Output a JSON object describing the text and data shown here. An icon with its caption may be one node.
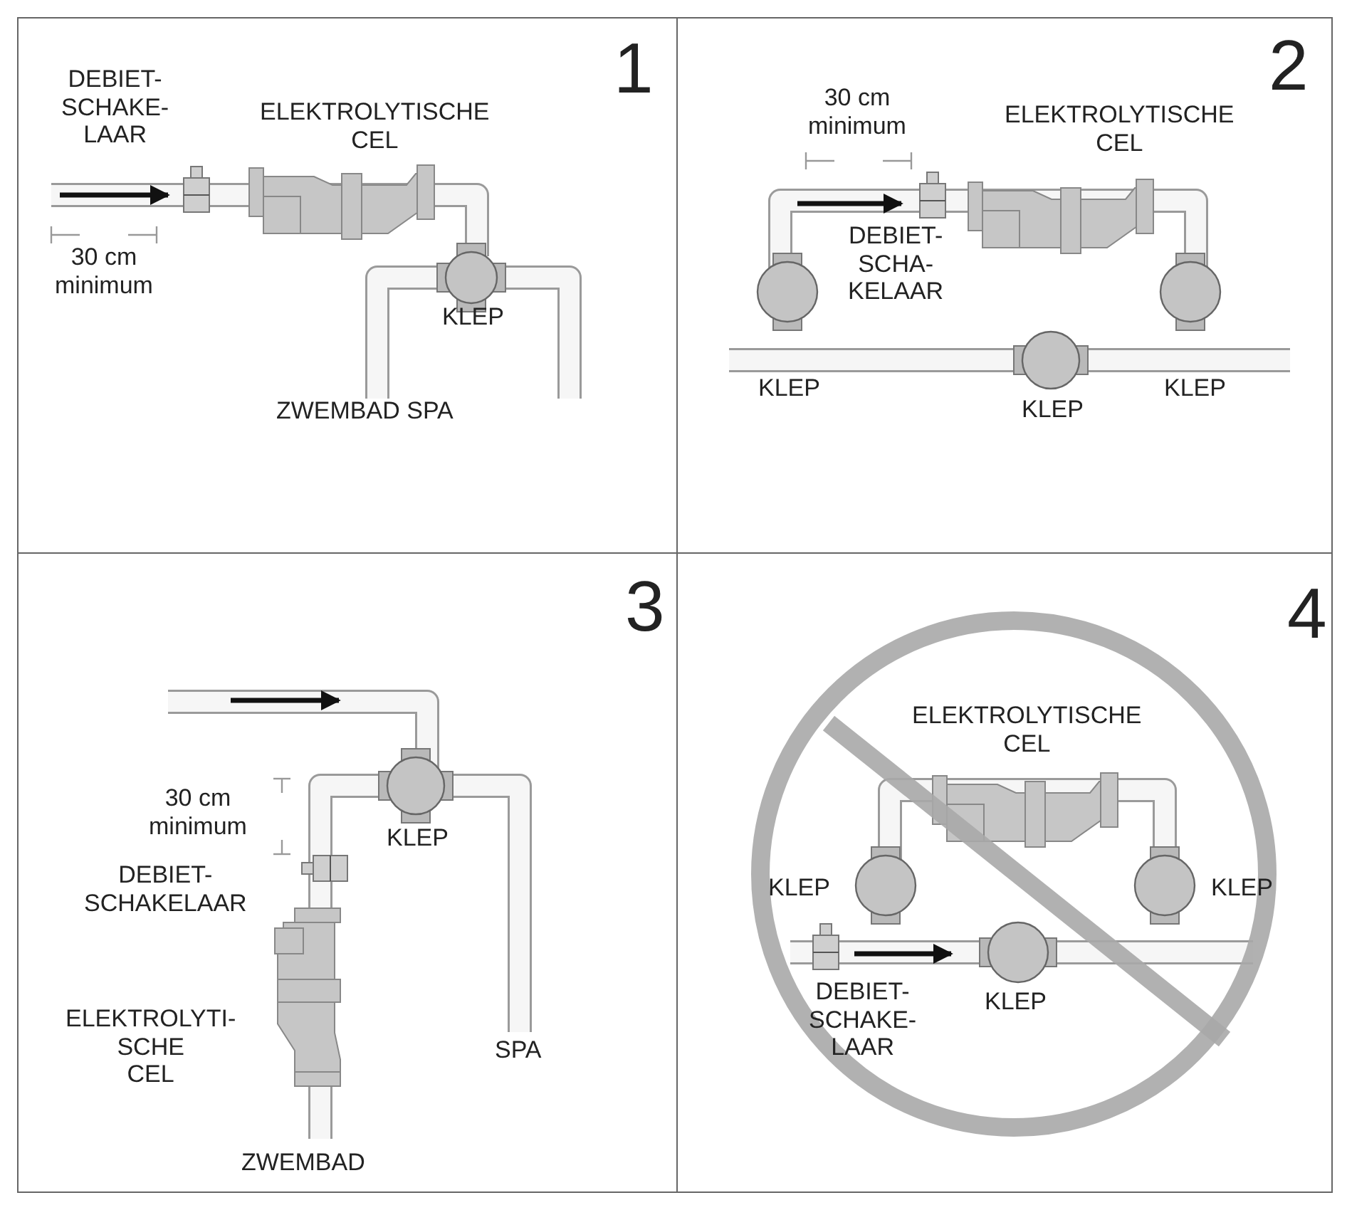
{
  "diagram": {
    "nodes": [
      {
        "text": [
          "1"
        ]
      },
      {
        "text": [
          "2"
        ]
      },
      {
        "text": [
          "3"
        ]
      },
      {
        "text": [
          "4"
        ]
      }
    ],
    "labels": [
      "DEBIET- SCHAKE- LAAR",
      "ELEKTROLYTISCHE CEL",
      "30 cm minimum",
      "KLEP",
      "ZWEMBAD SPA",
      "30 cm minimum",
      "ELEKTROLYTISCHE CEL",
      "DEBIET- SCHA- KELAAR",
      "KLEP",
      "KLEP",
      "KLEP",
      "30 cm minimum",
      "KLEP",
      "DEBIET- SCHAKELAAR",
      "ELEKTROLYTI- SCHE CEL",
      "SPA",
      "ZWEMBAD",
      "ELEKTROLYTISCHE CEL",
      "KLEP",
      "KLEP",
      "DEBIET- SCHAKE- LAAR",
      "KLEP"
    ]
  }
}
